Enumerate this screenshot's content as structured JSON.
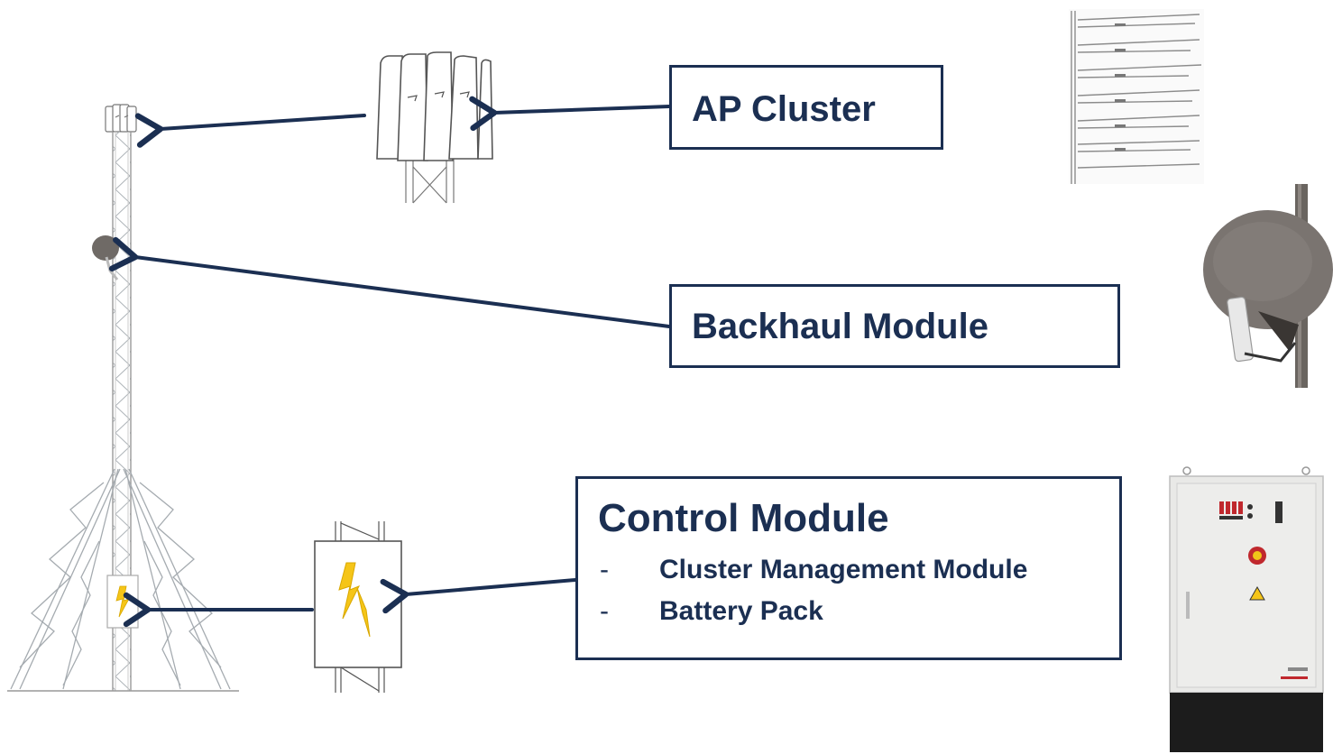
{
  "labels": {
    "ap_cluster": "AP Cluster",
    "backhaul_module": "Backhaul Module",
    "control_module": {
      "title": "Control Module",
      "items": [
        "Cluster Management Module",
        "Battery Pack"
      ]
    }
  },
  "colors": {
    "navy": "#1b2f52",
    "bolt": "#f5c518",
    "steel": "#9aa0a6",
    "dish": "#7a7470"
  }
}
